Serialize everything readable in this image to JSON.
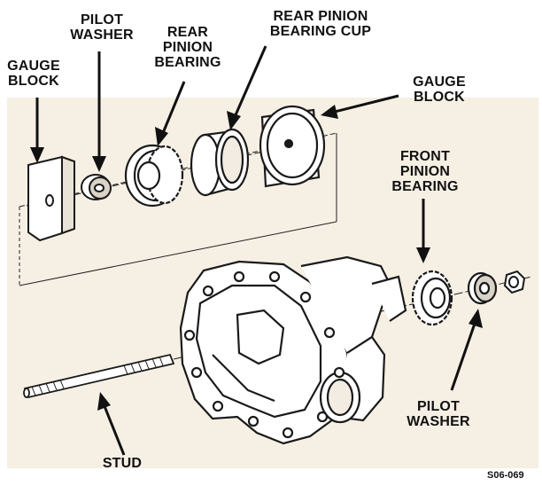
{
  "labels": {
    "gauge_block_left": "GAUGE\nBLOCK",
    "pilot_washer_top": "PILOT\nWASHER",
    "rear_pinion_bearing": "REAR\nPINION\nBEARING",
    "rear_pinion_bearing_cup": "REAR PINION\nBEARING CUP",
    "gauge_block_right": "GAUGE\nBLOCK",
    "front_pinion_bearing": "FRONT\nPINION\nBEARING",
    "pilot_washer_bottom": "PILOT\nWASHER",
    "stud": "STUD"
  },
  "figure_code": "S06-069",
  "colors": {
    "panel": "#f6efe4",
    "line": "#1a1a1a",
    "background": "#ffffff"
  }
}
